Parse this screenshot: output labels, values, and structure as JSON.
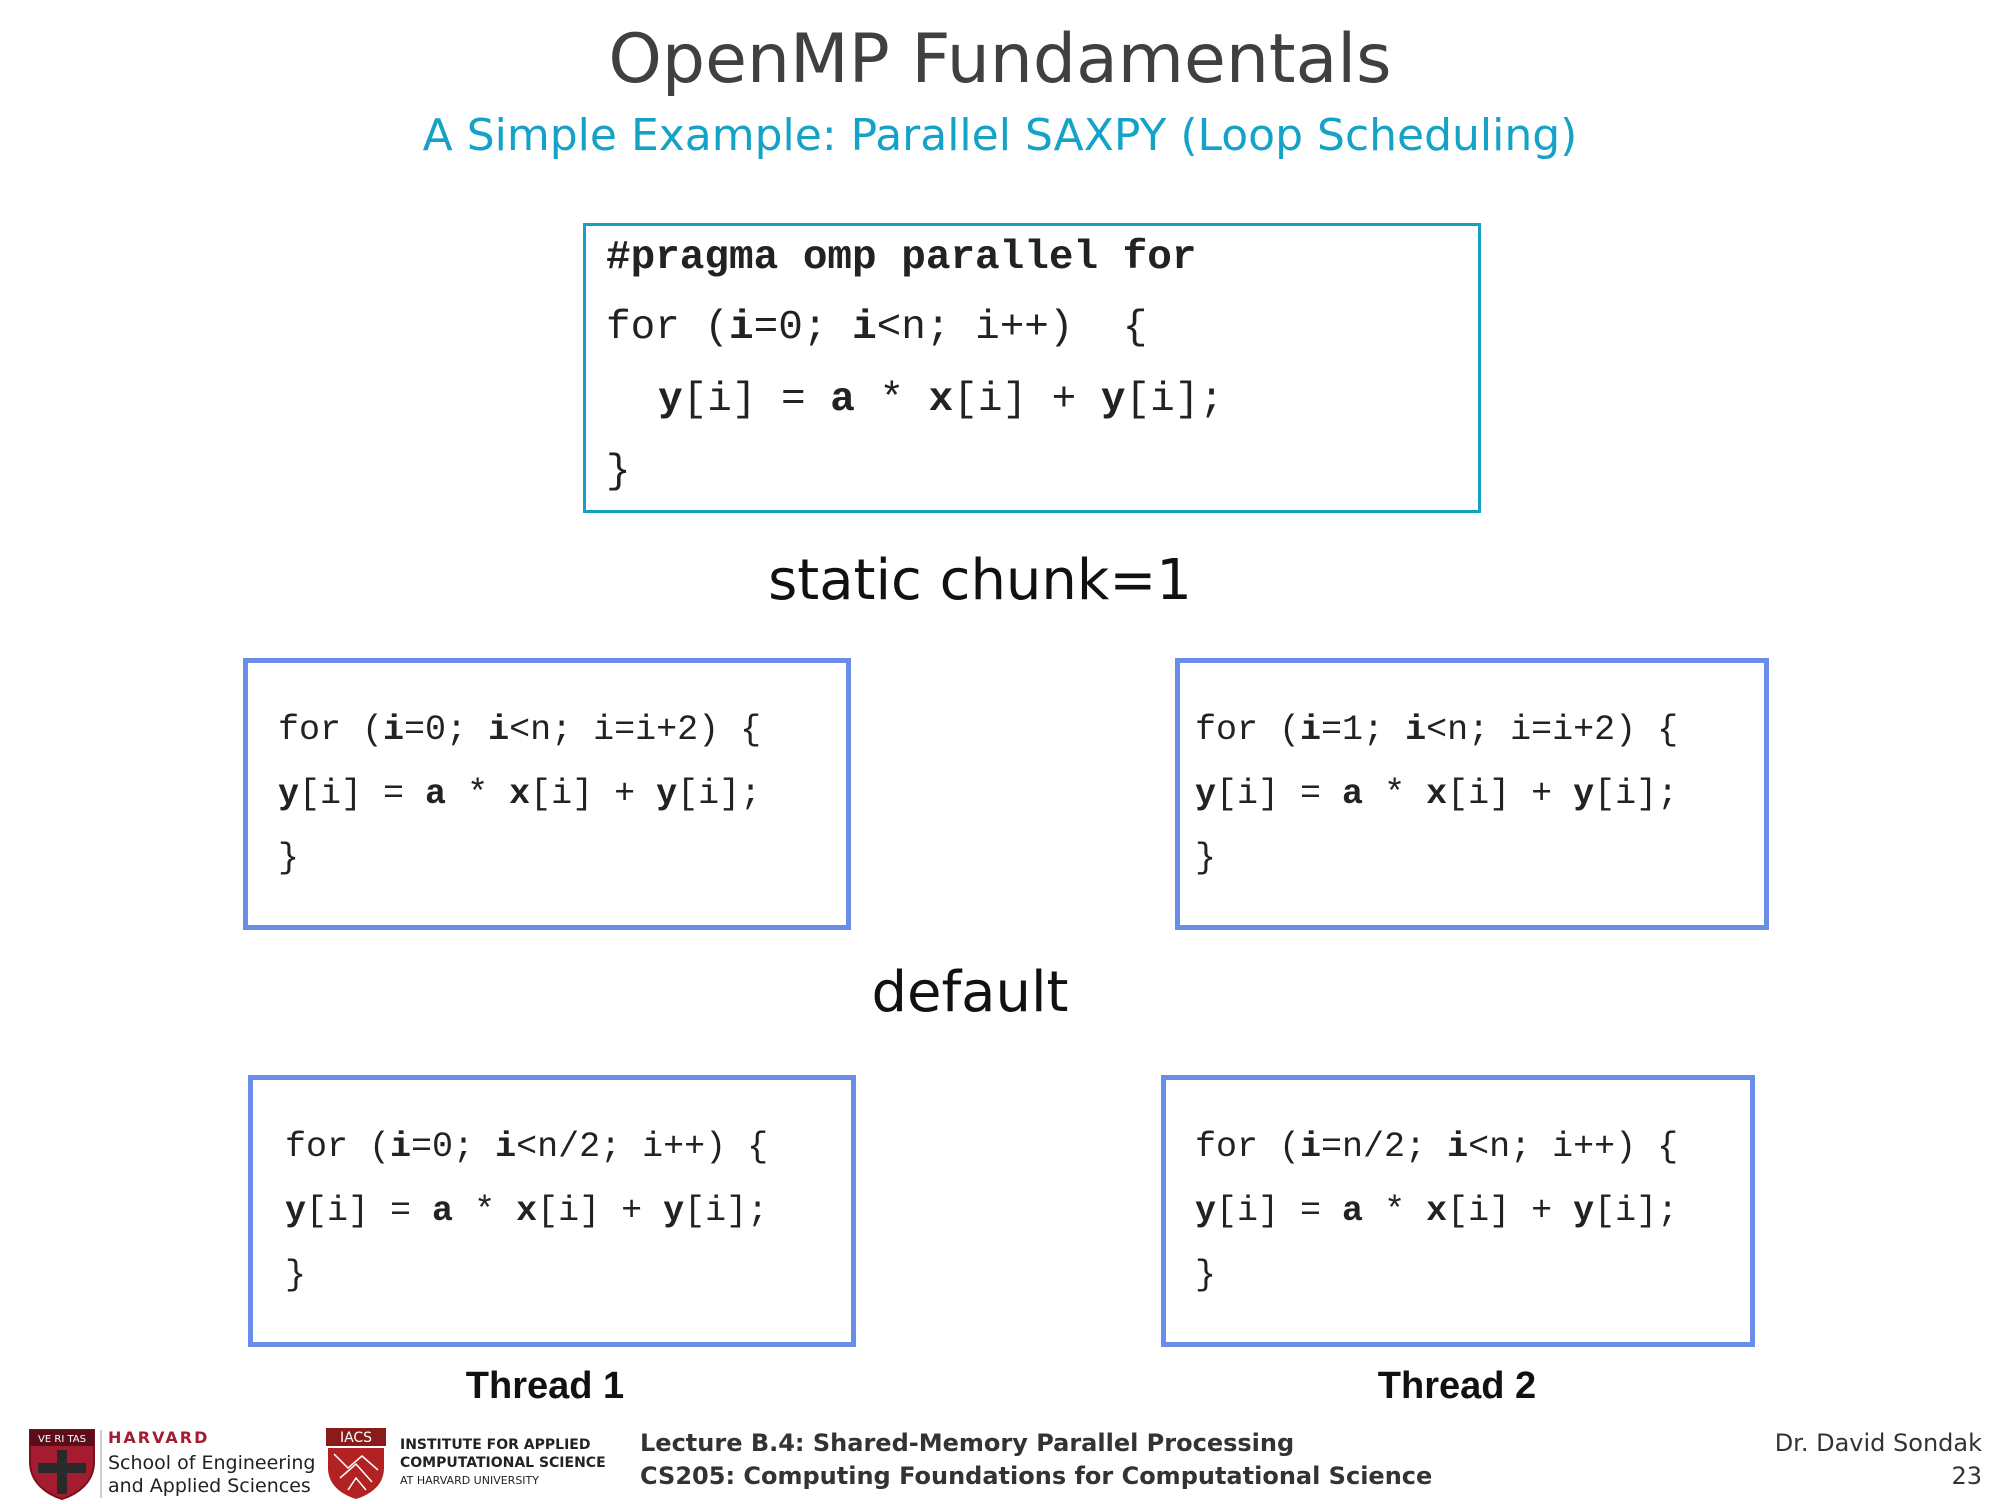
{
  "slide": {
    "title": "OpenMP Fundamentals",
    "subtitle": "A Simple Example: Parallel SAXPY (Loop Scheduling)",
    "labels": {
      "static": "static chunk=1",
      "default": "default"
    },
    "threads": {
      "t1": "Thread 1",
      "t2": "Thread 2"
    }
  },
  "code": {
    "top": {
      "pragma": "#pragma omp parallel for",
      "l2": {
        "a": "for (",
        "b": "i",
        "c": "=0; ",
        "d": "i",
        "e": "<n; i++)  {"
      },
      "l3": {
        "a": "y",
        "b": "[i] = ",
        "c": "a",
        "d": " * ",
        "e": "x",
        "f": "[i] + ",
        "g": "y",
        "h": "[i];"
      },
      "close": "}"
    },
    "static1": {
      "l1": {
        "a": "for (",
        "b": "i",
        "c": "=0; ",
        "d": "i",
        "e": "<n; i=i+2) {"
      },
      "l2": {
        "a": "y",
        "b": "[i] = ",
        "c": "a",
        "d": " * ",
        "e": "x",
        "f": "[i] + ",
        "g": "y",
        "h": "[i];"
      },
      "close": "}"
    },
    "static2": {
      "l1": {
        "a": "for (",
        "b": "i",
        "c": "=1; ",
        "d": "i",
        "e": "<n; i=i+2) {"
      },
      "l2": {
        "a": "y",
        "b": "[i] = ",
        "c": "a",
        "d": " * ",
        "e": "x",
        "f": "[i] + ",
        "g": "y",
        "h": "[i];"
      },
      "close": "}"
    },
    "default1": {
      "l1": {
        "a": "for (",
        "b": "i",
        "c": "=0; ",
        "d": "i",
        "e": "<n/2; i++) {"
      },
      "l2": {
        "a": "y",
        "b": "[i] = ",
        "c": "a",
        "d": " * ",
        "e": "x",
        "f": "[i] + ",
        "g": "y",
        "h": "[i];"
      },
      "close": "}"
    },
    "default2": {
      "l1": {
        "a": "for (",
        "b": "i",
        "c": "=n/2; ",
        "d": "i",
        "e": "<n; i++) {"
      },
      "l2": {
        "a": "y",
        "b": "[i] = ",
        "c": "a",
        "d": " * ",
        "e": "x",
        "f": "[i] + ",
        "g": "y",
        "h": "[i];"
      },
      "close": "}"
    }
  },
  "footer": {
    "harvard": {
      "name": "HARVARD",
      "line1": "School of Engineering",
      "line2": "and Applied Sciences",
      "shield_text": "VE RI TAS"
    },
    "iacs": {
      "badge": "IACS",
      "line1": "INSTITUTE FOR APPLIED",
      "line2": "COMPUTATIONAL SCIENCE",
      "line3": "AT HARVARD UNIVERSITY"
    },
    "lecture": "Lecture B.4: Shared-Memory Parallel Processing",
    "course": "CS205: Computing Foundations for Computational Science",
    "author": "Dr. David Sondak",
    "page": "23"
  }
}
